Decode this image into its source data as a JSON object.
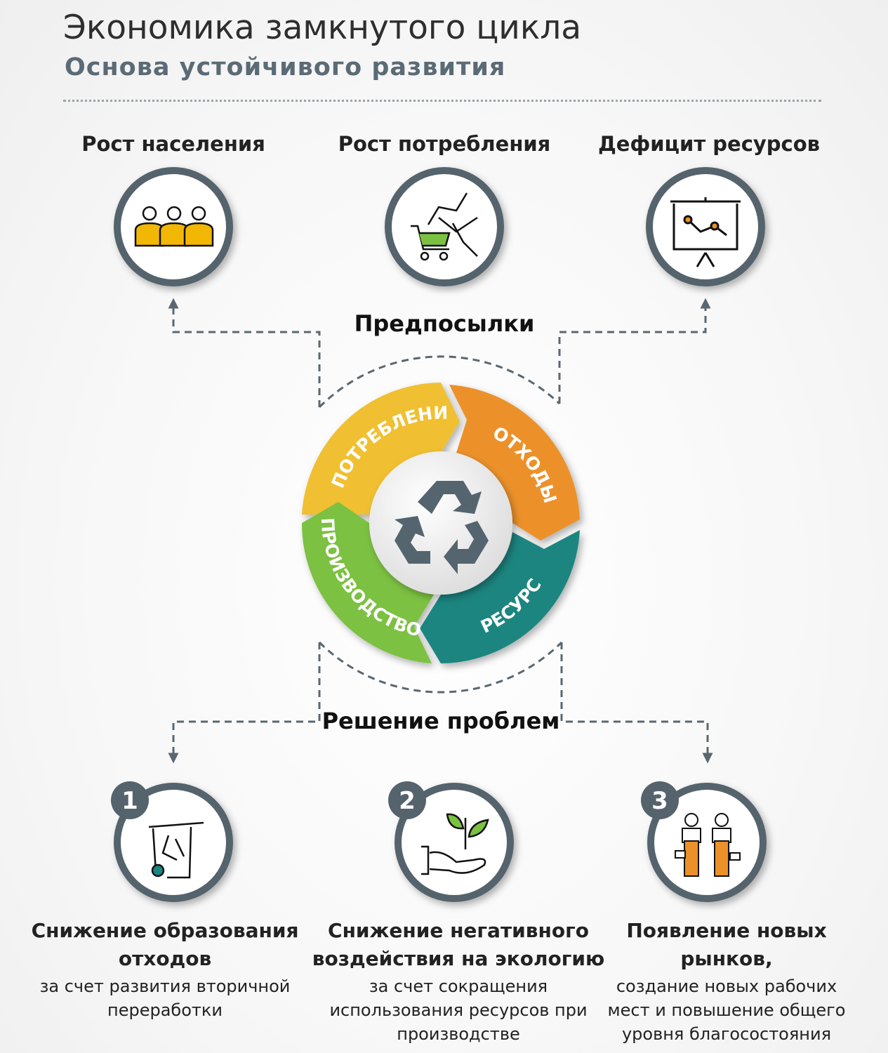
{
  "header": {
    "title": "Экономика замкнутого цикла",
    "subtitle": "Основа устойчивого развития"
  },
  "prerequisites": {
    "label": "Предпосылки",
    "items": [
      {
        "label": "Рост населения",
        "icon": "people-icon"
      },
      {
        "label": "Рост потребления",
        "icon": "shopping-cart-growth-icon"
      },
      {
        "label": "Дефицит ресурсов",
        "icon": "presentation-chart-icon"
      }
    ]
  },
  "cycle": {
    "segments": [
      {
        "label": "ПОТРЕБЛЕНИЕ",
        "color": "#f0c030"
      },
      {
        "label": "ОТХОДЫ",
        "color": "#ec9129"
      },
      {
        "label": "РЕСУРС",
        "color": "#1b8580"
      },
      {
        "label": "ПРОИЗВОДСТВО",
        "color": "#7cc142"
      }
    ],
    "center_icon": "recycle-icon",
    "center_color": "#54656f"
  },
  "solutions": {
    "label": "Решение проблем",
    "items": [
      {
        "number": "1",
        "title": "Снижение образования отходов",
        "desc": "за счет развития вторичной переработки",
        "icon": "recycle-bin-icon"
      },
      {
        "number": "2",
        "title": "Снижение негативного воздействия на экологию",
        "desc": "за счет сокращения использования ресурсов при производстве",
        "icon": "plant-in-hand-icon"
      },
      {
        "number": "3",
        "title": "Появление новых рынков,",
        "desc": "создание новых рабочих мест и повышение общего уровня благосостояния",
        "icon": "workers-icon"
      }
    ]
  },
  "colors": {
    "ring": "#55636d",
    "accent_yellow": "#f0c030",
    "accent_orange": "#ec9129",
    "accent_teal": "#1b8580",
    "accent_green": "#7cc142"
  }
}
